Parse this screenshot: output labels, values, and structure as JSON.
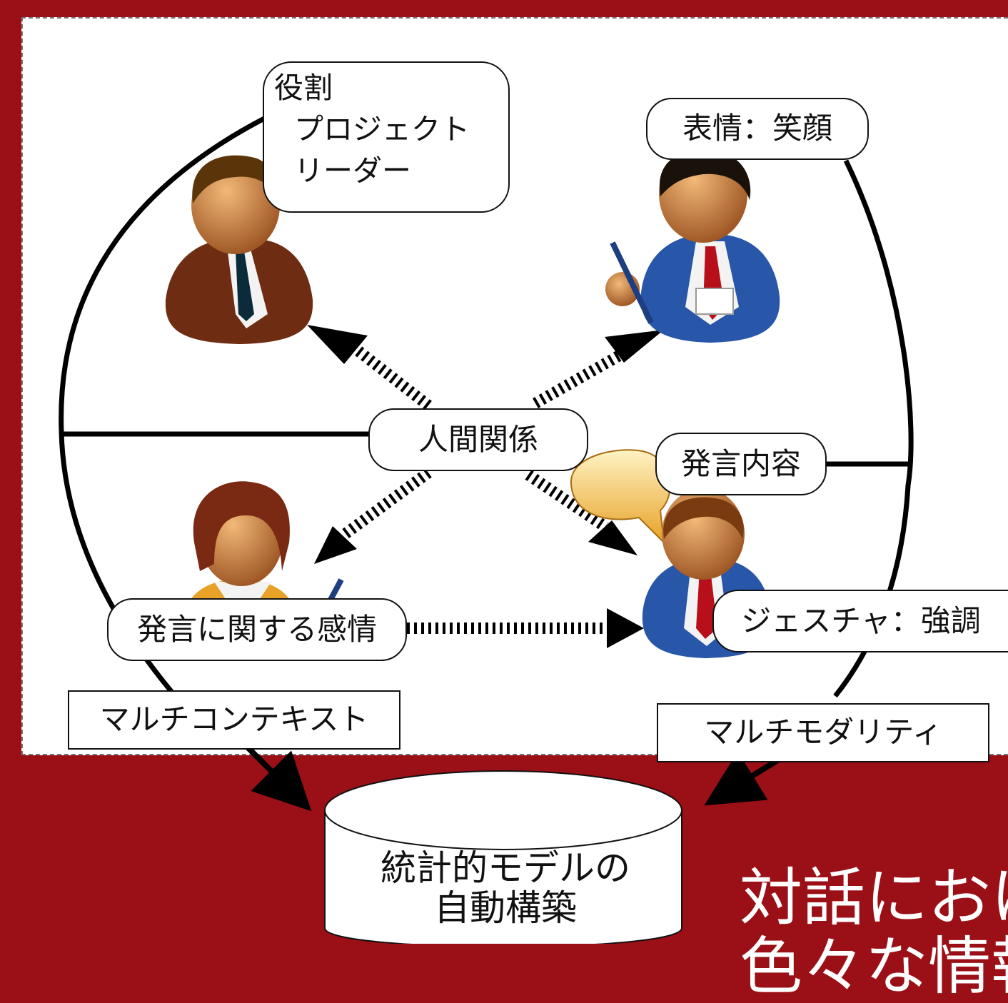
{
  "diagram": {
    "role_box": {
      "line1": "役割",
      "line2": "プロジェクト",
      "line3": "リーダー"
    },
    "expression_label": "表情：笑顔",
    "relationship_label": "人間関係",
    "utterance_label": "発言内容",
    "emotion_label": "発言に関する感情",
    "gesture_label": "ジェスチャ：強調",
    "multicontext_label": "マルチコンテキスト",
    "multimodality_label": "マルチモダリティ",
    "database": {
      "line1": "統計的モデルの",
      "line2": "自動構築"
    },
    "caption": {
      "line1": "対話におけ",
      "line2": "色々な情報"
    }
  },
  "colors": {
    "background": "#9b0f16",
    "panel": "#ffffff",
    "lines": "#000000",
    "caption_text": "#ffffff"
  },
  "icons": [
    "person-project-leader-icon",
    "person-smiling-icon",
    "speech-bubble-icon",
    "person-speaker-icon",
    "person-woman-writing-icon"
  ]
}
